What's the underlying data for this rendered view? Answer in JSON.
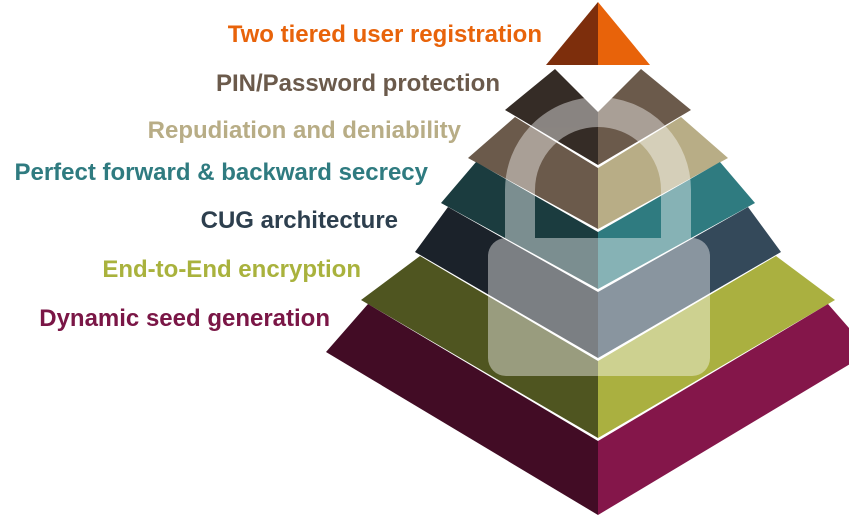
{
  "layers": [
    {
      "label": "Two tiered user registration",
      "label_color": "#e8630a",
      "left_color": "#7d2e0c",
      "right_color": "#e8630a"
    },
    {
      "label": "PIN/Password protection",
      "label_color": "#6b5a4b",
      "left_color": "#352c26",
      "right_color": "#6b5a4b"
    },
    {
      "label": "Repudiation and deniability",
      "label_color": "#b8ad86",
      "left_color": "#6b5a4b",
      "right_color": "#b8ad86"
    },
    {
      "label": "Perfect forward & backward secrecy",
      "label_color": "#2f7b80",
      "left_color": "#1b3c3f",
      "right_color": "#2f7b80"
    },
    {
      "label": "CUG architecture",
      "label_color": "#2d3f4e",
      "left_color": "#1b222a",
      "right_color": "#34495a"
    },
    {
      "label": "End-to-End encryption",
      "label_color": "#a9b23d",
      "left_color": "#4f5520",
      "right_color": "#aab040"
    },
    {
      "label": "Dynamic seed generation",
      "label_color": "#7a1646",
      "left_color": "#420c25",
      "right_color": "#84164a"
    }
  ],
  "overlay": {
    "name": "padlock-icon",
    "fill": "#ffffff",
    "opacity": 0.42
  }
}
